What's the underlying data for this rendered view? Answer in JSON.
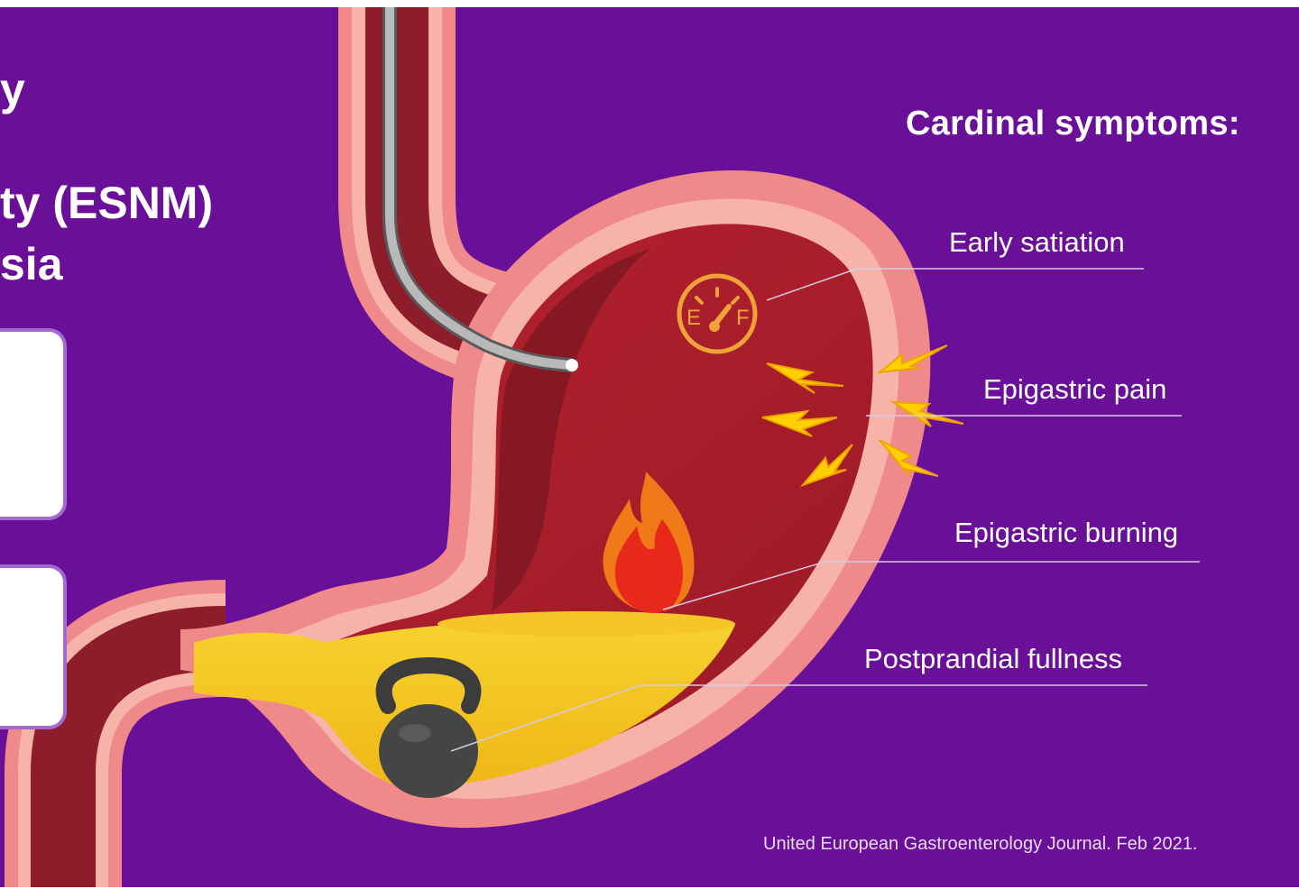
{
  "heading_fragments": {
    "line1": "y",
    "line2": "ty (ESNM)",
    "line3": "sia"
  },
  "symptoms_title": "Cardinal symptoms:",
  "symptoms": [
    {
      "label": "Early satiation",
      "icon": "fuel-gauge-icon"
    },
    {
      "label": "Epigastric pain",
      "icon": "lightning-bolt-icon"
    },
    {
      "label": "Epigastric burning",
      "icon": "flame-icon"
    },
    {
      "label": "Postprandial fullness",
      "icon": "kettlebell-icon"
    }
  ],
  "gauge_labels": {
    "empty": "E",
    "full": "F"
  },
  "citation": "United European Gastroenterology Journal. Feb 2021.",
  "colors": {
    "background": "#6a0f97",
    "stomach_wall": "#f08a8a",
    "stomach_inner": "#a8212e",
    "contents": "#f3c21a",
    "accent_yellow": "#ffd400",
    "flame": "#e8281b"
  }
}
